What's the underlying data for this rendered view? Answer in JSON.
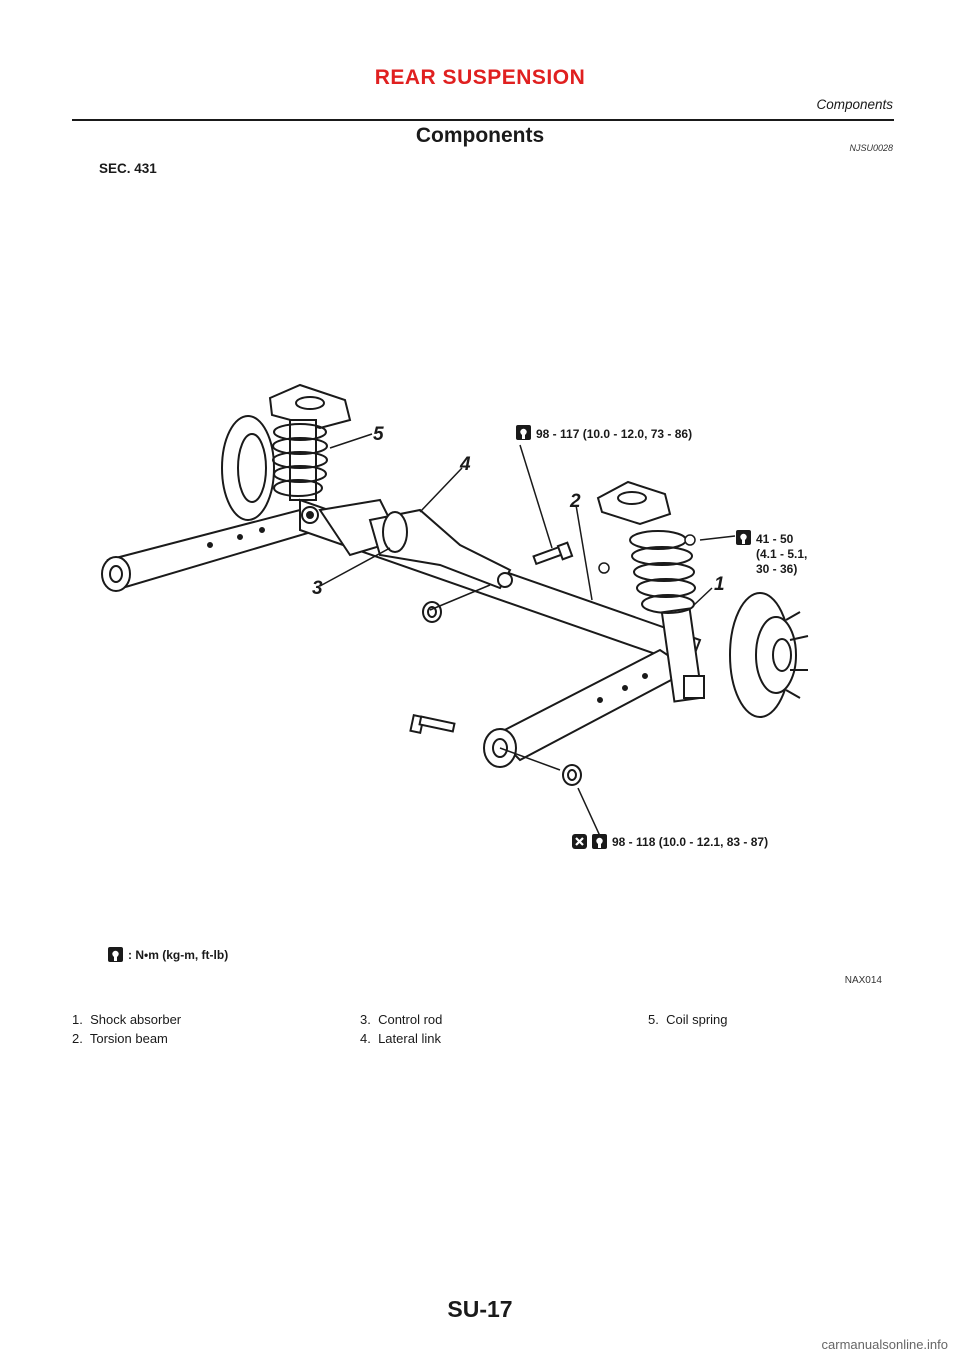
{
  "header": {
    "section": "REAR SUSPENSION",
    "subsection": "Components"
  },
  "page": {
    "title": "Components",
    "ref_code": "NJSU0028",
    "section_code": "SEC. 431",
    "page_number": "SU-17"
  },
  "figure": {
    "callouts": [
      "1",
      "2",
      "3",
      "4",
      "5"
    ],
    "torque_specs": {
      "lateral_link_bolt": "98 - 117 (10.0 - 12.0, 73 - 86)",
      "upper_nut_line1": "41 - 50",
      "upper_nut_line2": "(4.1 - 5.1,",
      "upper_nut_line3": "30 - 36)",
      "beam_bolt": "98 - 118 (10.0 - 12.1, 83 - 87)"
    },
    "unit_legend": ": N•m (kg-m, ft-lb)",
    "figure_code": "NAX014",
    "icons": [
      "torque-wrench-icon",
      "replace-part-icon"
    ]
  },
  "legend": [
    {
      "num": "1.",
      "label": "Shock absorber"
    },
    {
      "num": "2.",
      "label": "Torsion beam"
    },
    {
      "num": "3.",
      "label": "Control rod"
    },
    {
      "num": "4.",
      "label": "Lateral link"
    },
    {
      "num": "5.",
      "label": "Coil spring"
    }
  ],
  "watermark": "carmanualsonline.info"
}
